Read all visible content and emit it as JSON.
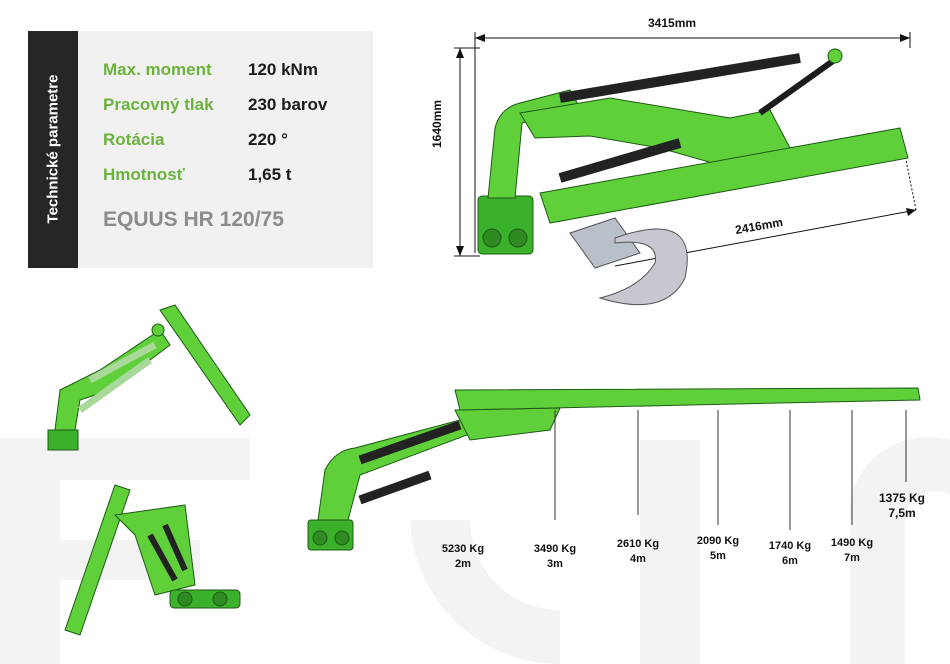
{
  "spec_panel": {
    "side_label": "Technické parametre",
    "rows": [
      {
        "label": "Max. moment",
        "value": "120 kNm"
      },
      {
        "label": "Pracovný tlak",
        "value": "230 barov"
      },
      {
        "label": "Rotácia",
        "value": "220 °"
      },
      {
        "label": "Hmotnosť",
        "value": "1,65 t"
      }
    ],
    "model": "EQUUS HR 120/75"
  },
  "dimensions": {
    "width": "3415mm",
    "height": "1640mm",
    "boom": "2416mm"
  },
  "load_chart": [
    {
      "load": "5230 Kg",
      "reach": "2m"
    },
    {
      "load": "3490 Kg",
      "reach": "3m"
    },
    {
      "load": "2610 Kg",
      "reach": "4m"
    },
    {
      "load": "2090 Kg",
      "reach": "5m"
    },
    {
      "load": "1740 Kg",
      "reach": "6m"
    },
    {
      "load": "1490 Kg",
      "reach": "7m"
    },
    {
      "load": "1375 Kg",
      "reach": "7,5m"
    }
  ],
  "colors": {
    "machine_green": "#5fcf3a",
    "machine_dark_green": "#2f8a22",
    "spec_label_green": "#6cb33e",
    "panel_grey": "#f1f1f1",
    "side_bar": "#262626"
  }
}
